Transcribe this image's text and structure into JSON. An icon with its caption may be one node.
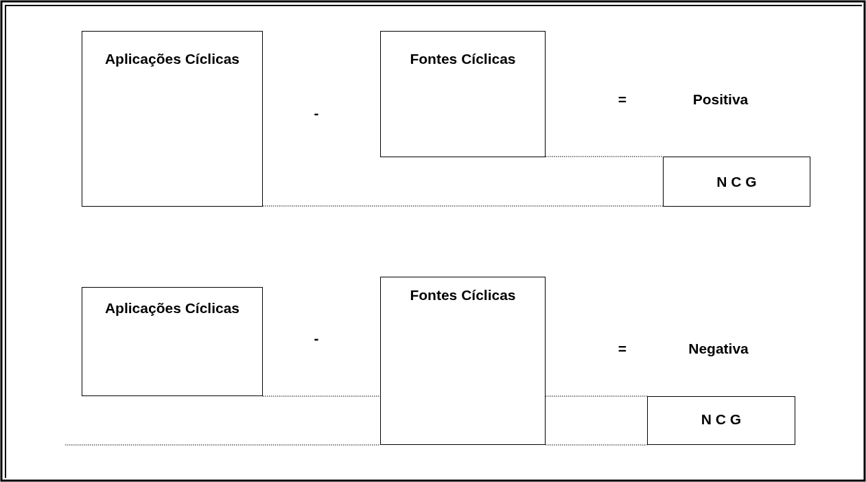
{
  "diagram": {
    "nodes": [
      {
        "text": [
          "Aplicações Cíclicas"
        ]
      },
      {
        "text": [
          "Fontes Cíclicas"
        ]
      },
      {
        "text": [
          "N C G"
        ]
      },
      {
        "text": [
          "Aplicações Cíclicas"
        ]
      },
      {
        "text": [
          "Fontes Cíclicas"
        ]
      },
      {
        "text": [
          "N C G"
        ]
      }
    ],
    "edges": [
      {
        "from": 1,
        "to": 2,
        "arrow": "none",
        "style": "dashed"
      },
      {
        "from": 0,
        "to": 2,
        "arrow": "none",
        "style": "dashed"
      },
      {
        "from": 3,
        "to": 4,
        "arrow": "none",
        "style": "dashed"
      },
      {
        "from": 4,
        "to": 5,
        "arrow": "none",
        "style": "dashed"
      },
      {
        "from": null,
        "to": 4,
        "arrow": "none",
        "style": "dashed"
      },
      {
        "from": 4,
        "to": 5,
        "arrow": "none",
        "style": "dashed"
      }
    ],
    "labels": [
      "-",
      "=",
      "Positiva",
      "-",
      "=",
      "Negativa"
    ]
  }
}
